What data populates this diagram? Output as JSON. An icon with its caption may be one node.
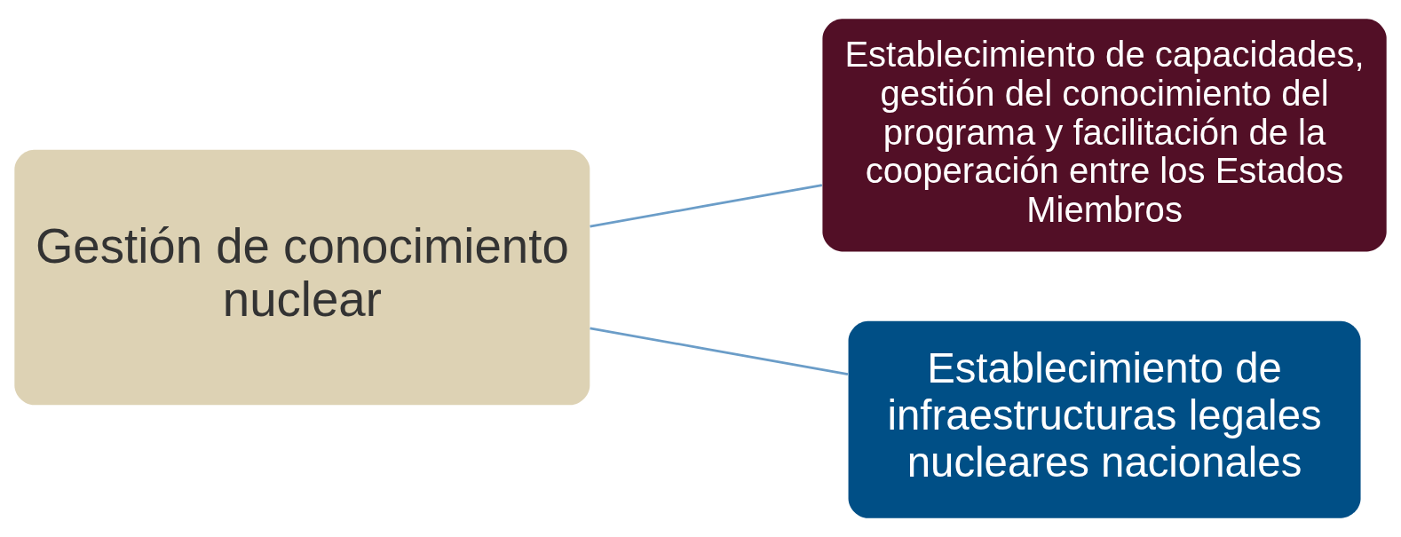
{
  "diagram": {
    "nodes": [
      {
        "text": [
          "Gestión de conocimiento nuclear"
        ]
      },
      {
        "text": [
          "Establecimiento de capacidades, gestión del conocimiento del programa y facilitación de la cooperación entre los Estados Miembros"
        ]
      },
      {
        "text": [
          "Establecimiento de infraestructuras legales nucleares nacionales"
        ]
      }
    ],
    "edges": [
      {
        "from": 0,
        "to": 1,
        "arrow": "none"
      },
      {
        "from": 0,
        "to": 2,
        "arrow": "none"
      }
    ]
  }
}
